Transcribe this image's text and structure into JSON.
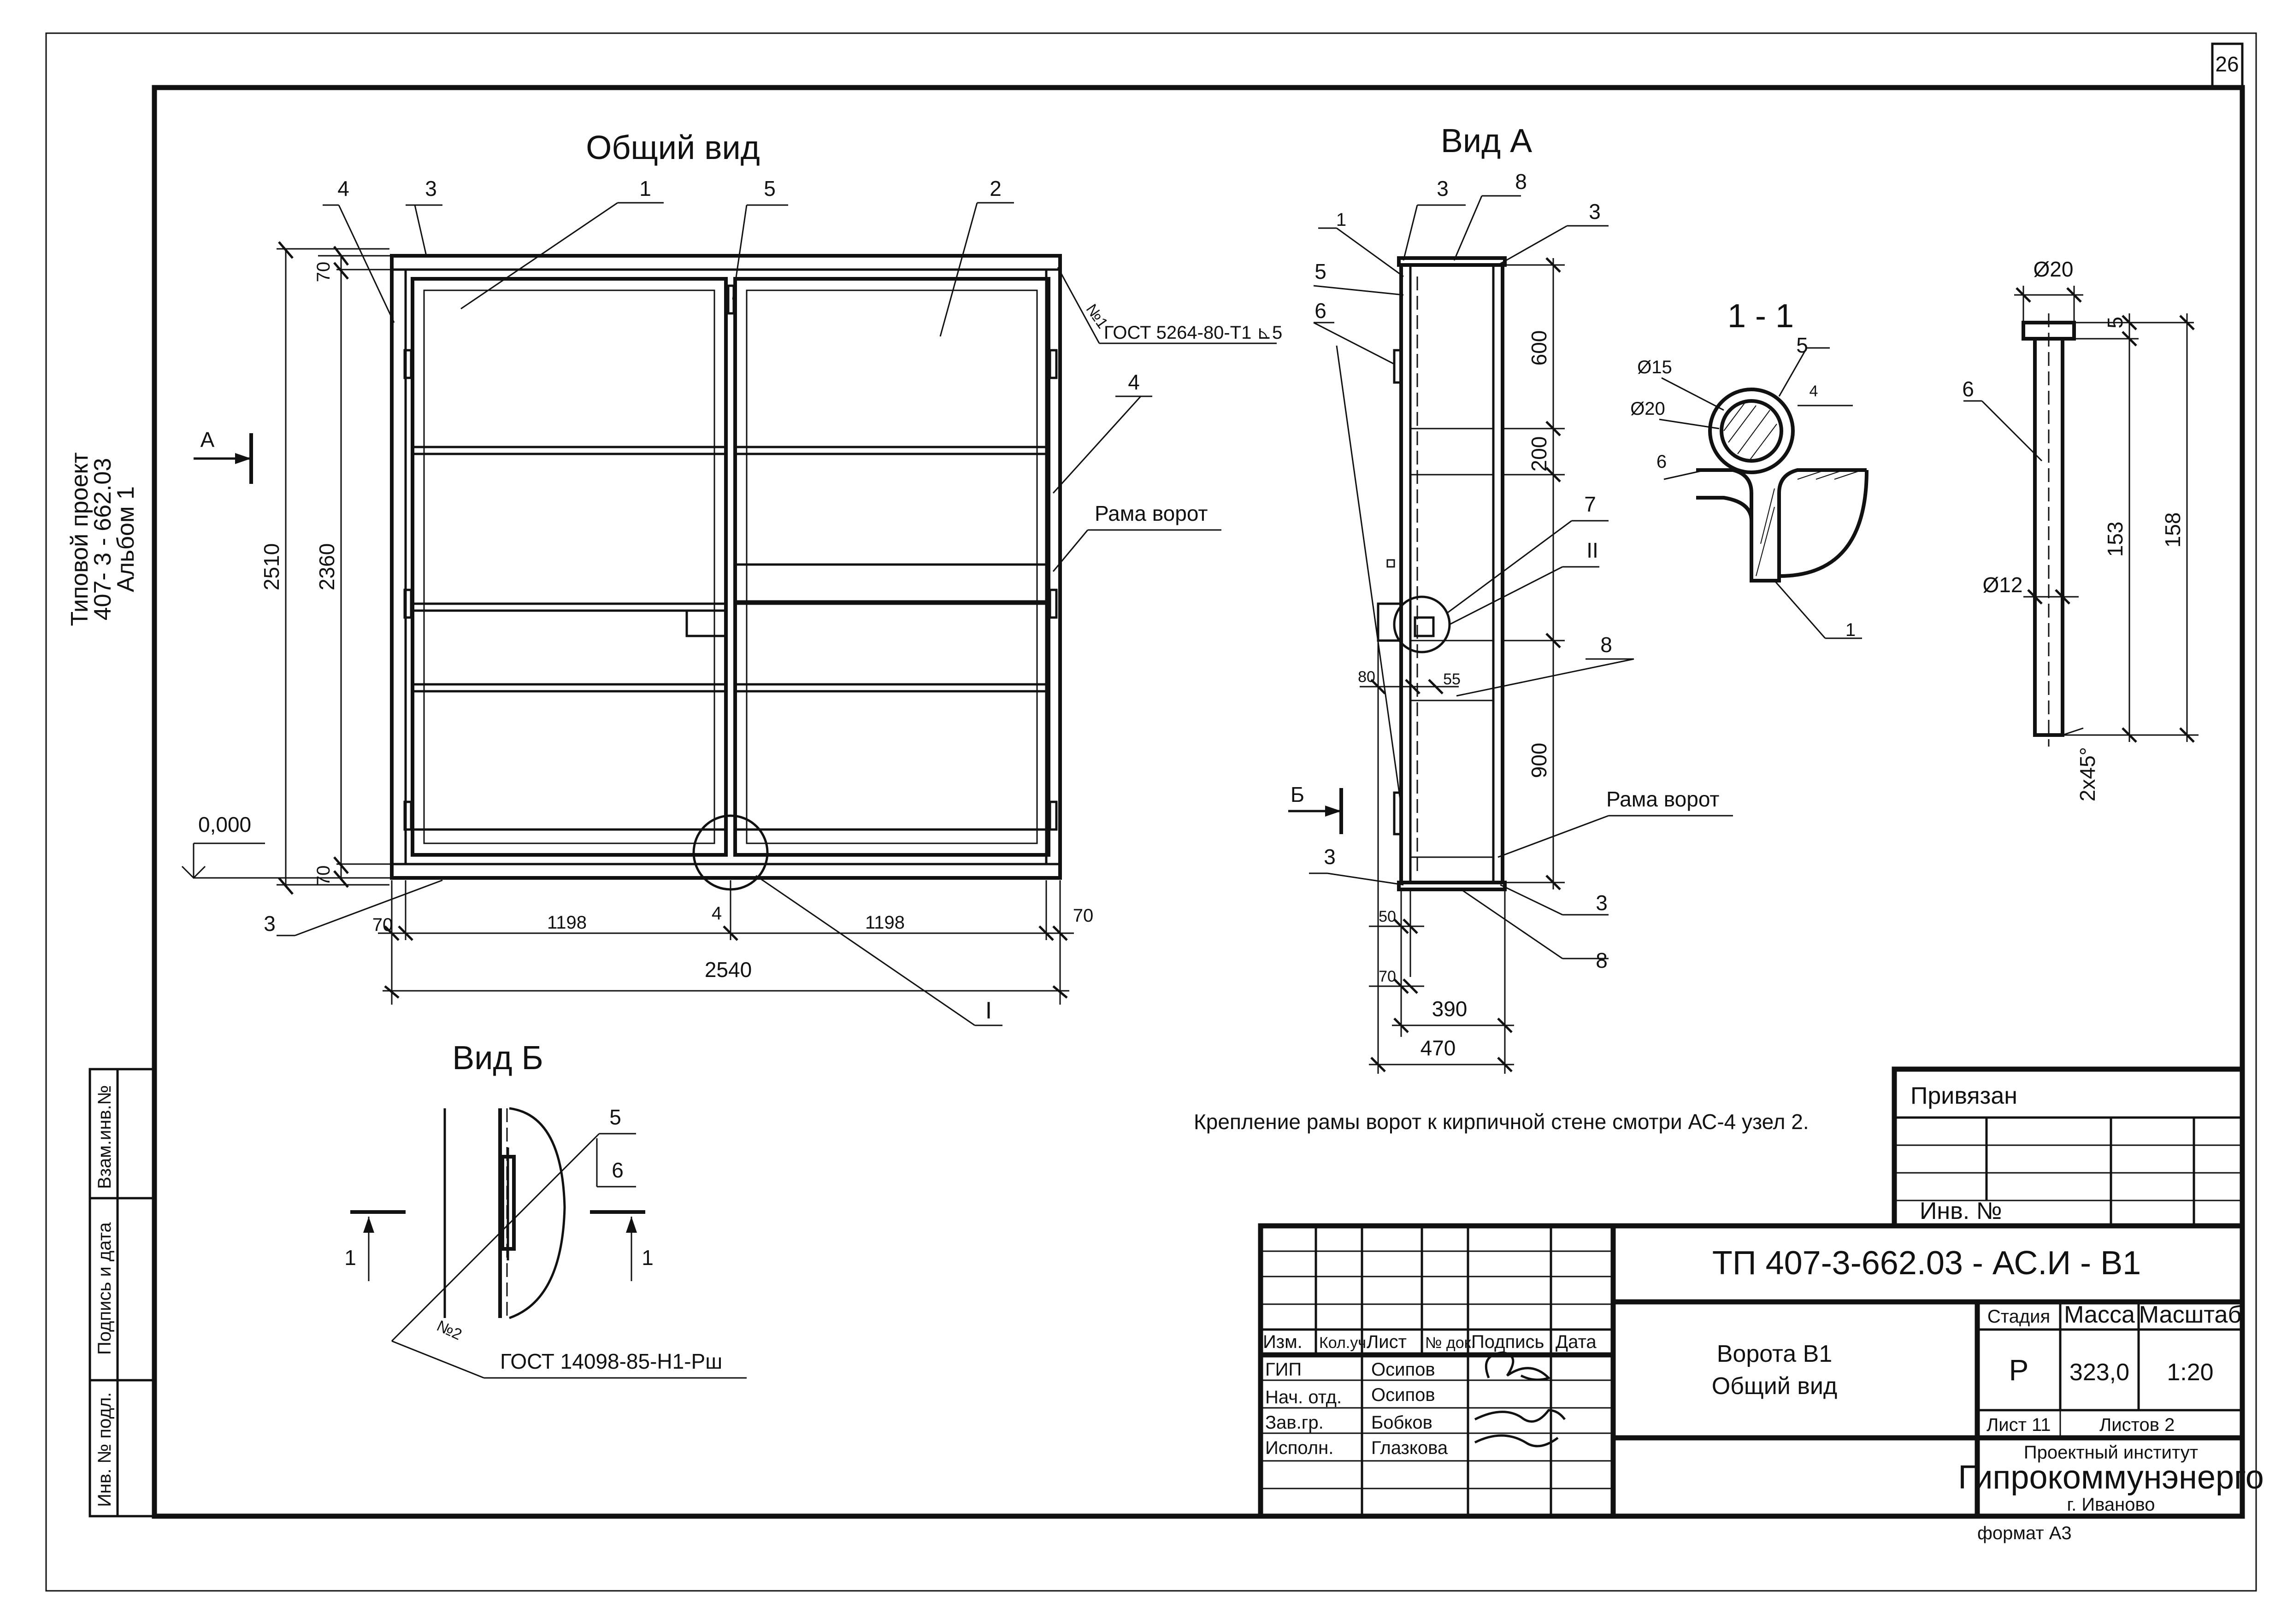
{
  "sheet_number": "26",
  "side_stamp": {
    "line1": "Типовой проект",
    "line2": "407- 3 - 662.03",
    "line3": "Альбом 1"
  },
  "left_stamp": {
    "vzam": "Взам.инв.№",
    "podpis": "Подпись и дата",
    "inv_podl": "Инв. № подл."
  },
  "general_view": {
    "title": "Общий вид",
    "callouts": [
      "4",
      "3",
      "1",
      "5",
      "2",
      "4",
      "3",
      "4"
    ],
    "gost_note": "ГОСТ 5264-80-Т1 ⊾5",
    "weld_mark": "№1",
    "frame_label": "Рама ворот",
    "view_arrow": "А",
    "level": "0,000",
    "dims": {
      "h_total": "2510",
      "h_inner": "2360",
      "top_70": "70",
      "bottom_70": "70",
      "left_70": "70",
      "leaf_left": "1198",
      "leaf_right": "1198",
      "right_70": "70",
      "width": "2540"
    },
    "node_mark": "I"
  },
  "view_a": {
    "title": "Вид А",
    "callouts": [
      "3",
      "8",
      "1",
      "3",
      "5",
      "6",
      "7",
      "II",
      "8",
      "3",
      "3",
      "8"
    ],
    "dims": {
      "d600": "600",
      "d200": "200",
      "d900": "900",
      "d80": "80",
      "d55": "55",
      "d50": "50",
      "d70": "70",
      "d390": "390",
      "d470": "470"
    },
    "frame_label": "Рама ворот",
    "view_arrow": "Б"
  },
  "section_1_1": {
    "title": "1 - 1",
    "callouts": [
      "5",
      "6",
      "1"
    ],
    "dims": {
      "d15": "Ø15",
      "d20": "Ø20",
      "d4": "4"
    }
  },
  "pin": {
    "callout": "6",
    "dims": {
      "d20": "Ø20",
      "d5": "5",
      "d12": "Ø12",
      "d153": "153",
      "d158": "158",
      "chamfer": "2x45°"
    }
  },
  "view_b": {
    "title": "Вид Б",
    "callouts": [
      "5",
      "6"
    ],
    "section_marks": [
      "1",
      "1"
    ],
    "weld_mark": "№2",
    "gost_note": "ГОСТ 14098-85-Н1-Рш"
  },
  "note": "Крепление рамы ворот к кирпичной стене смотри АС-4 узел 2.",
  "title_block": {
    "privyazan": "Привязан",
    "inv_no": "Инв. №",
    "designation": "ТП   407-3-662.03 - АС.И - В1",
    "headers": [
      "Изм.",
      "Кол.уч.",
      "Лист",
      "№ док.",
      "Подпись",
      "Дата"
    ],
    "roles": [
      {
        "role": "ГИП",
        "name": "Осипов"
      },
      {
        "role": "Нач. отд.",
        "name": "Осипов"
      },
      {
        "role": "Зав.гр.",
        "name": "Бобков"
      },
      {
        "role": "Исполн.",
        "name": "Глазкова"
      }
    ],
    "doc_title_1": "Ворота В1",
    "doc_title_2": "Общий вид",
    "stage_label": "Стадия",
    "mass_label": "Масса",
    "scale_label": "Масштаб",
    "stage": "Р",
    "mass": "323,0",
    "scale": "1:20",
    "sheet_label": "Лист 11",
    "sheets_label": "Листов  2",
    "org_1": "Проектный институт",
    "org_2": "Гипрокоммунэнерго",
    "org_3": "г. Иваново",
    "format": "формат А3"
  }
}
